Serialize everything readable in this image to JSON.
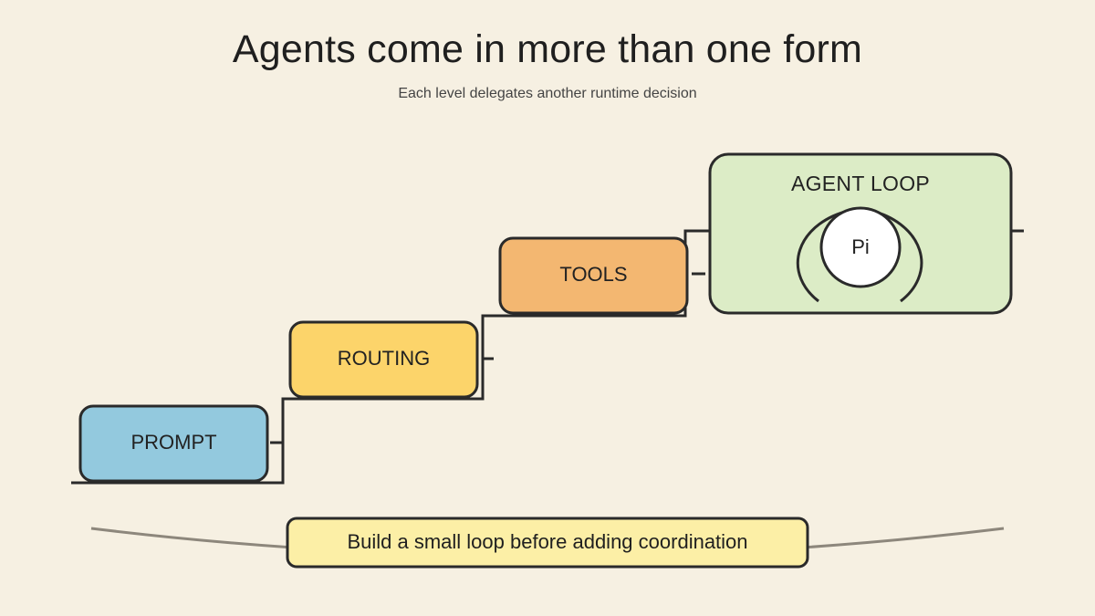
{
  "header": {
    "title": "Agents come in more than one form",
    "subtitle": "Each level delegates another runtime decision"
  },
  "steps": [
    {
      "label": "PROMPT",
      "color": "#93c9de"
    },
    {
      "label": "ROUTING",
      "color": "#fcd46a"
    },
    {
      "label": "TOOLS",
      "color": "#f3b771"
    }
  ],
  "agent_loop": {
    "label": "AGENT LOOP",
    "core_label": "Pi",
    "color": "#dcecc6",
    "core_color": "#ffffff"
  },
  "banner": {
    "label": "Build a small loop before adding coordination",
    "color": "#fcefa6"
  },
  "colors": {
    "background": "#f6f0e2",
    "stroke": "#2a2a2a",
    "arc": "#8d877c"
  }
}
